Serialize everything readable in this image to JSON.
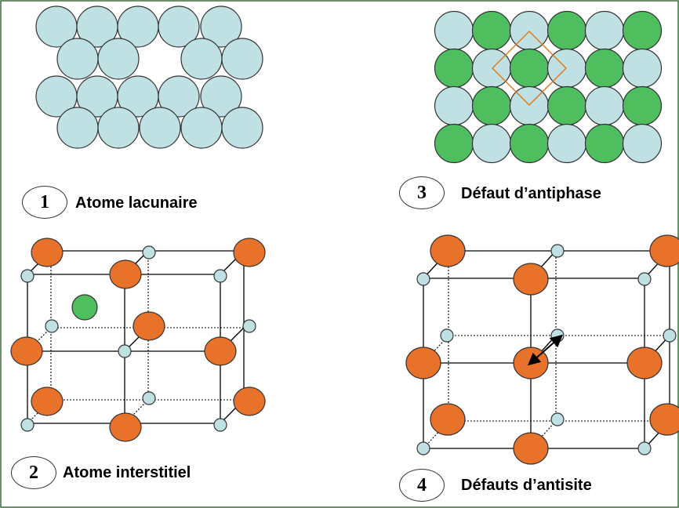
{
  "panels": [
    {
      "number": "1",
      "title": "Atome lacunaire"
    },
    {
      "number": "2",
      "title": "Atome interstitiel"
    },
    {
      "number": "3",
      "title": "Défaut d’antiphase"
    },
    {
      "number": "4",
      "title": "Défauts d’antisite"
    }
  ],
  "colors": {
    "frame": "#3a6b3a",
    "light_atom": "#bfe1e4",
    "dark_atom": "#4fbe5f",
    "orange_atom": "#e8722a",
    "atom_stroke": "#333333",
    "antiphase_box": "#e07a1f"
  }
}
